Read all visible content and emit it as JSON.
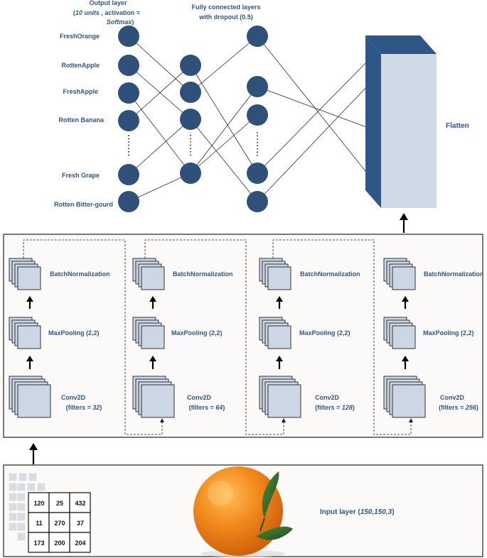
{
  "output_layer": {
    "title_line1": "Output layer",
    "title_line2_pre": "(",
    "title_line2_units": "10 units",
    "title_line2_post": " , activation =",
    "title_line3": "Softmax",
    "title_line3_post": ")",
    "classes": [
      "FreshOrange",
      "RottenApple",
      "FreshApple",
      "Rotten Banana",
      "Fresh Grape",
      "Rotten Bitter-gourd"
    ]
  },
  "fc_layers": {
    "title_line1": "Fully connected layers",
    "title_line2": "with dropout (0.5)"
  },
  "flatten": {
    "label": "Flatten"
  },
  "conv_blocks": [
    {
      "bn": "BatchNormalization",
      "pool": "MaxPooling (2,2)",
      "conv": "Conv2D",
      "filters_pre": "(filters = ",
      "filters": "32",
      "filters_post": ")"
    },
    {
      "bn": "BatchNormalization",
      "pool": "MaxPooling (2,2)",
      "conv": "Conv2D",
      "filters_pre": "(filters = ",
      "filters": "64",
      "filters_post": ")"
    },
    {
      "bn": "BatchNormalization",
      "pool": "MaxPooling (2,2)",
      "conv": "Conv2D",
      "filters_pre": "(filters = ",
      "filters": "128",
      "filters_post": ")"
    },
    {
      "bn": "BatchNormalization",
      "pool": "MaxPooling (2,2)",
      "conv": "Conv2D",
      "filters_pre": "(filters = ",
      "filters": "256",
      "filters_post": ")"
    }
  ],
  "input_layer": {
    "label_pre": "Input layer (",
    "label_shape": "150,150,3",
    "label_post": ")",
    "matrix": [
      [
        "120",
        "25",
        "432"
      ],
      [
        "11",
        "270",
        "37"
      ],
      [
        "173",
        "200",
        "204"
      ]
    ]
  },
  "colors": {
    "node": "#2f5079",
    "text": "#2f5686",
    "sheet": "#ccd6e4",
    "flatten_front": "#d0d9e6",
    "flatten_side": "#2e5788"
  }
}
